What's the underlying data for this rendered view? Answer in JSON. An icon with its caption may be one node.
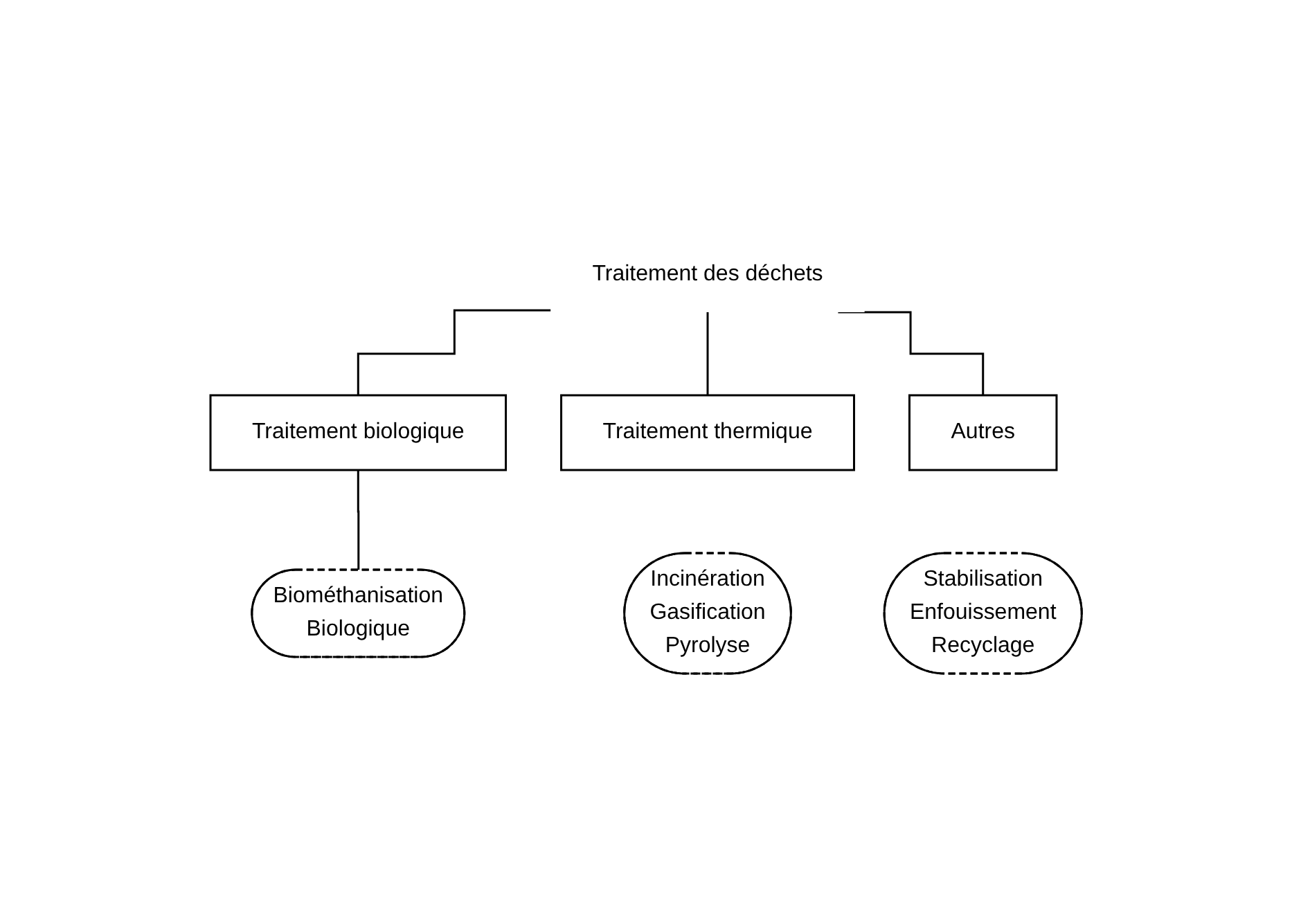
{
  "diagram": {
    "nodes": [
      {
        "text": [
          "Traitement des déchets"
        ]
      },
      {
        "text": [
          "Traitement biologique"
        ]
      },
      {
        "text": [
          "Traitement thermique"
        ]
      },
      {
        "text": [
          "Autres"
        ]
      },
      {
        "text": [
          "Biométhanisation",
          "Biologique"
        ]
      },
      {
        "text": [
          "Incinération",
          "Gasification",
          "Pyrolyse"
        ]
      },
      {
        "text": [
          "Stabilisation",
          "Enfouissement",
          "Recyclage"
        ]
      }
    ],
    "edges": [
      {
        "from": 0,
        "to": 1,
        "arrow": "none"
      },
      {
        "from": 0,
        "to": 2,
        "arrow": "none"
      },
      {
        "from": 0,
        "to": 3,
        "arrow": "none"
      },
      {
        "from": 1,
        "to": 4,
        "arrow": "none"
      }
    ]
  }
}
